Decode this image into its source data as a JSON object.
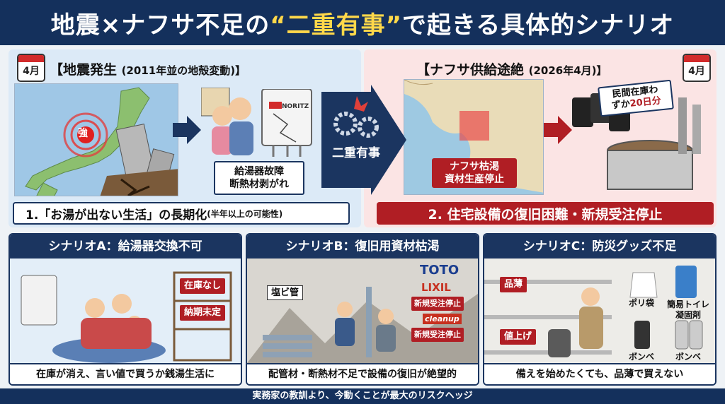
{
  "title": {
    "pre": "地震×ナフサ不足の",
    "highlight": "“二重有事”",
    "post": "で起きる具体的シナリオ"
  },
  "left_event": {
    "month": "4月",
    "heading": "【地震発生",
    "heading_sub": "(2011年並の地殻変動)】",
    "quake_label": "強",
    "heater_brand": "NORITZ",
    "caption_line1": "給湯器故障",
    "caption_line2": "断熱材剥がれ"
  },
  "right_event": {
    "month": "4月",
    "heading": "【ナフサ供給途絶",
    "heading_sub": "(2026年4月)】",
    "tag_line1": "ナフサ枯渇",
    "tag_line2": "資材生産停止",
    "sign_line1": "民間在庫わ",
    "sign_line2_pre": "ずか",
    "sign_highlight": "20日分"
  },
  "dual_label": "二重有事",
  "result_left": {
    "main": "1.「お湯が出ない生活」の長期化",
    "small": "(半年以上の可能性)"
  },
  "result_right": "2. 住宅設備の復旧困難・新規受注停止",
  "scenarios": [
    {
      "title": "シナリオA：給湯器交換不可",
      "tags": [
        "在庫なし",
        "納期未定"
      ],
      "footer": "在庫が消え、言い値で買うか銭湯生活に"
    },
    {
      "title": "シナリオB：復旧用資材枯渇",
      "pipe_label": "塩ビ管",
      "brands": [
        "TOTO",
        "LIXIL",
        "cleanup"
      ],
      "tags": [
        "新規受注停止",
        "新規受注停止"
      ],
      "footer": "配管材・断熱材不足で設備の復旧が絶望的"
    },
    {
      "title": "シナリオC：防災グッズ不足",
      "tags": [
        "品薄",
        "値上げ"
      ],
      "items": [
        "ポリ袋",
        "簡易トイレ凝固剤",
        "ボンベ",
        "ボンベ"
      ],
      "footer": "備えを始めたくても、品薄で買えない"
    }
  ],
  "footer": "実務家の教訓より、今動くことが最大のリスクヘッジ",
  "colors": {
    "navy": "#14305c",
    "accent_red": "#b01e24",
    "highlight_yellow": "#ffd84a"
  }
}
